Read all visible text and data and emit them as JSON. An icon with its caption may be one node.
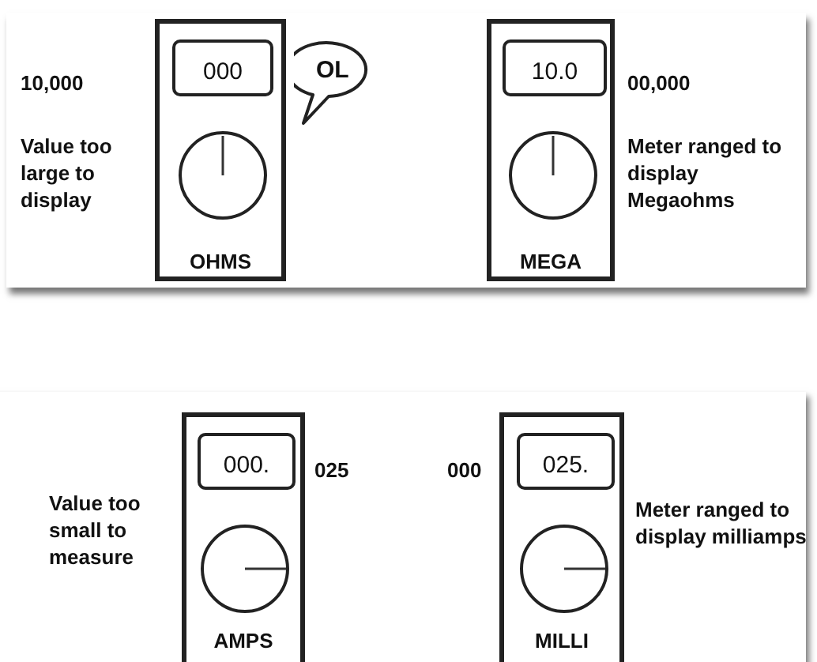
{
  "diagram": {
    "nodes": [
      {
        "text": [
          "OHMS"
        ],
        "beside": [
          "10,000",
          "Value too large to display"
        ]
      },
      {
        "text": [
          "000"
        ],
        "in": 0
      },
      {
        "text": [
          "OL"
        ]
      },
      {
        "text": [
          "MEGA"
        ],
        "beside": [
          "00,000",
          "Meter ranged to display Megaohms"
        ]
      },
      {
        "text": [
          "10.0"
        ],
        "in": 3
      },
      {
        "text": [
          "AMPS"
        ],
        "beside": [
          "025",
          "Value too small to measure"
        ]
      },
      {
        "text": [
          "000."
        ],
        "in": 5
      },
      {
        "text": [
          "MILLI"
        ],
        "beside": [
          "000",
          "Meter ranged to display milliamps"
        ]
      },
      {
        "text": [
          "025."
        ],
        "in": 7
      }
    ]
  }
}
